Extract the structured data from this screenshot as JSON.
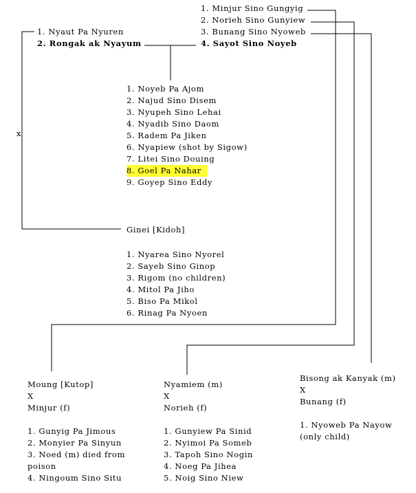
{
  "top_right": {
    "items": [
      "1. Minjur Sino Gungyig",
      "2. Norieh Sino Gunyiew",
      "3. Bunang Sino Nyoweb"
    ],
    "spouse": "4. Sayot Sino Noyeb"
  },
  "top_left": {
    "item1": "1. Nyaut Pa Nyuren",
    "item2": "2. Rongak ak Nyayum"
  },
  "marriage_mark": "x",
  "children_noyeb": [
    "1. Noyeb Pa Ajom",
    "2. Najud Sino Disem",
    "3. Nyupeh Sino Lehai",
    "4. Nyadib Sino Daom",
    "5. Radem Pa Jiken",
    "6. Nyapiew (shot by Sigow)",
    "7. Litei Sino Douing",
    "8. Goel Pa Nahar",
    "9. Goyep Sino Eddy"
  ],
  "highlight_color": "#ffff33",
  "ginei": {
    "title": "Ginei [Kidoh]",
    "children": [
      "1. Nyarea Sino Nyorel",
      "2. Sayeb Sino Ginop",
      "3. Rigom (no children)",
      "4. Mitol Pa Jiho",
      "5. Biso Pa Mikol",
      "6. Rinag Pa Nyoen"
    ]
  },
  "moung": {
    "lines": [
      "Moung [Kutop]",
      "X",
      "Minjur (f)"
    ],
    "children": [
      "1. Gunyig Pa Jimous",
      "2. Monyier Pa Sinyun",
      "3. Noed (m) died from",
      "poison",
      "4. Ningoum Sino Situ"
    ]
  },
  "nyamiem": {
    "lines": [
      "Nyamiem (m)",
      "X",
      "Norieh (f)"
    ],
    "children": [
      "1. Gunyiew Pa Sinid",
      "2. Nyimoi Pa Someb",
      "3. Tapoh Sino Nogin",
      "4. Noeg Pa Jihea",
      "5. Noig Sino Niew"
    ]
  },
  "bisong": {
    "lines": [
      "Bisong ak Kanyak (m)",
      "X",
      "Bunang (f)"
    ],
    "children": [
      "1. Nyoweb Pa Nayow",
      "(only child)"
    ]
  }
}
